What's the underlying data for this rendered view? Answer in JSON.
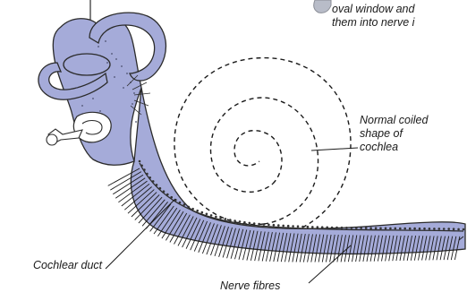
{
  "labels": {
    "oval_window_line1": "oval window and",
    "oval_window_line2": "them into nerve i",
    "normal_coiled_line1": "Normal coiled",
    "normal_coiled_line2": "shape of",
    "normal_coiled_line3": "cochlea",
    "cochlear_duct": "Cochlear duct",
    "nerve_fibres": "Nerve fibres"
  },
  "colors": {
    "body_fill": "#a5abd9",
    "outline": "#2b2b2b",
    "duct_dots": "#333333",
    "background": "#ffffff"
  }
}
